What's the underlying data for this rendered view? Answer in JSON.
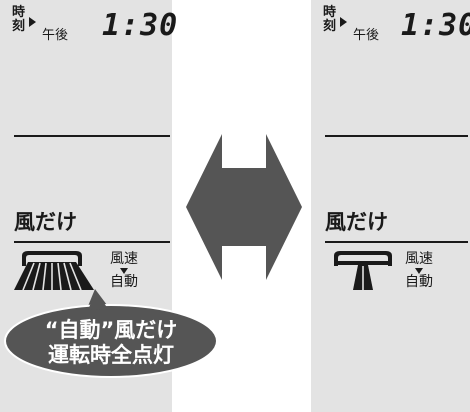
{
  "left_panel": {
    "time_label": "時刻",
    "ampm": "午後",
    "time": "1:30",
    "mode": "風だけ",
    "speed_label": "風速",
    "speed_value": "自動"
  },
  "right_panel": {
    "time_label": "時刻",
    "ampm": "午後",
    "time": "1:30",
    "mode": "風だけ",
    "speed_label": "風速",
    "speed_value": "自動"
  },
  "callout": {
    "line1": "“自動”風だけ",
    "line2": "運転時全点灯"
  },
  "icons": {
    "fan_full": "fan-all-segments-lit-icon",
    "fan_single": "fan-single-segment-icon",
    "swap": "double-headed-arrow-icon",
    "time_pointer": "triangle-pointer-icon"
  },
  "colors": {
    "panel": "#e3e3e3",
    "segment": "#1a1a1a",
    "callout": "#555555"
  }
}
